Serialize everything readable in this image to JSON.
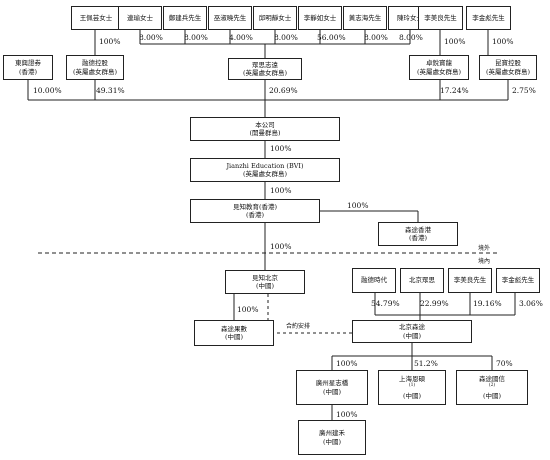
{
  "top_people": [
    {
      "name": "王佩芸女士"
    },
    {
      "name": "連瑜女士"
    },
    {
      "name": "鄭建兵先生"
    },
    {
      "name": "巫淑曉先生"
    },
    {
      "name": "邱明靜女士"
    },
    {
      "name": "李靜如女士"
    },
    {
      "name": "黃志海先生"
    },
    {
      "name": "陳玲女士"
    },
    {
      "name": "李美良先生"
    },
    {
      "name": "李金彪先生"
    }
  ],
  "top_pcts": [
    "100%",
    "8.00%",
    "8.00%",
    "4.00%",
    "8.00%",
    "56.00%",
    "8.00%",
    "8.00%",
    "100%",
    "100%"
  ],
  "row2": {
    "dongyi": {
      "name": "東興證券",
      "sub": "(香港)",
      "pct": "10.00%"
    },
    "ronghui": {
      "name": "融德控股",
      "sub": "(英屬處女群島)",
      "pct": "49.31%"
    },
    "zhongsi": {
      "name": "眾思志遠",
      "sub": "(英屬處女群島)",
      "pct": "20.69%"
    },
    "zhuorui": {
      "name": "卓銳寶龍",
      "sub": "(英屬處女群島)",
      "pct": "17.24%"
    },
    "kuntian": {
      "name": "昆寶控股",
      "sub": "(英屬處女群島)",
      "pct": "2.75%"
    }
  },
  "company": {
    "name": "本公司",
    "sub": "(開曼群島)",
    "pct": "100%"
  },
  "bvi": {
    "name": "Jianzhi Education (BVI)",
    "sub": "(英屬處女群島)",
    "pct": "100%"
  },
  "jzhk": {
    "name": "見知教育(香港)",
    "sub": "(香港)",
    "pct": "100%"
  },
  "senhk": {
    "name": "森途香港",
    "sub": "(香港)",
    "pct": "100%"
  },
  "border": {
    "outside": "境外",
    "inside": "境內"
  },
  "jzbj": {
    "name": "見知北京",
    "sub": "(中國)",
    "pct": "100%"
  },
  "senshu": {
    "name": "森途果數",
    "sub": "(中國)"
  },
  "contract_label": "合約安排",
  "holders": [
    {
      "name": "融德時代",
      "pct": "54.79%"
    },
    {
      "name": "北京眾思",
      "pct": "22.99%"
    },
    {
      "name": "李美良先生",
      "pct": "19.16%"
    },
    {
      "name": "李金彪先生",
      "pct": "3.06%"
    }
  ],
  "bjsen": {
    "name": "北京森途",
    "sub": "(中國)"
  },
  "subs": [
    {
      "name": "廣州星志橋",
      "sub": "(中國)",
      "pct": "100%",
      "note": ""
    },
    {
      "name": "上海恩碩",
      "sub": "(中國)",
      "pct": "51.2%",
      "note": "(1)"
    },
    {
      "name": "森途國信",
      "sub": "(中國)",
      "pct": "70%",
      "note": "(2)"
    }
  ],
  "gz_child": {
    "name": "廣州建禾",
    "sub": "(中國)",
    "pct": "100%"
  }
}
